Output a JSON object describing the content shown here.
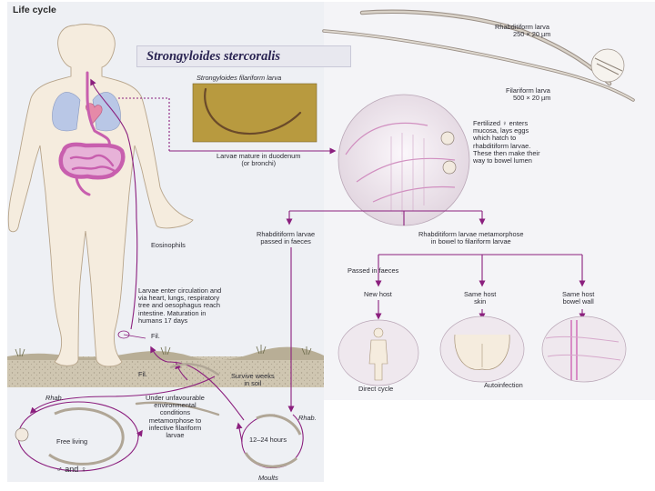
{
  "header": {
    "title": "Life cycle"
  },
  "species_name": "Strongyloides stercoralis",
  "micrograph_caption": "Strongyloides filariform larva",
  "larvae": {
    "rhabditiform": {
      "name": "Rhabditiform larva",
      "size": "250 × 20 µm"
    },
    "filariform": {
      "name": "Filariform larva",
      "size": "500 × 20 µm"
    }
  },
  "labels": {
    "duodenum": [
      "Larvae mature in duodenum",
      "(or bronchi)"
    ],
    "female": [
      "Fertilized ♀ enters",
      "mucosa, lays eggs",
      "which hatch to",
      "rhabditiform larvae.",
      "These then make their",
      "way to bowel lumen"
    ],
    "eosinophils": "Eosinophils",
    "circulation": [
      "Larvae enter circulation and",
      "via heart, lungs, respiratory",
      "tree and oesophagus reach",
      "intestine. Maturation in",
      "humans 17 days"
    ],
    "fil_top": "Fil.",
    "fil_soil": "Fil.",
    "rhabditiform_passed": [
      "Rhabditiform larvae",
      "passed in faeces"
    ],
    "metamorphose": [
      "Rhabditiform larvae metamorphose",
      "in bowel to filariform larvae"
    ],
    "passed_in_faeces": "Passed in faeces",
    "survive": [
      "Survive weeks",
      "in soil"
    ],
    "unfavourable": [
      "Under unfavourable",
      "environmental",
      "conditions",
      "metamorphose to",
      "infective filariform",
      "larvae"
    ],
    "rhab_left": "Rhab.",
    "rhab_right": "Rhab.",
    "free_living": "Free living",
    "sexes": "♂ and ♀",
    "hours": "12–24 hours",
    "moults": "Moults"
  },
  "routes": [
    {
      "label": [
        "New host"
      ],
      "caption": "Direct cycle"
    },
    {
      "label": [
        "Same host",
        "skin"
      ],
      "caption": "Autoinfection"
    },
    {
      "label": [
        "Same host",
        "bowel wall"
      ],
      "caption": ""
    }
  ],
  "colors": {
    "arrow": "#8b1f7e",
    "lung": "#b9c7e6",
    "gut": "#d88cc6",
    "skin": "#f5ecde",
    "soil": "#c7bea8",
    "bubble": "#efe8ee",
    "micrograph_bg": "#b89a3f",
    "larva": "#6a4a2a"
  }
}
